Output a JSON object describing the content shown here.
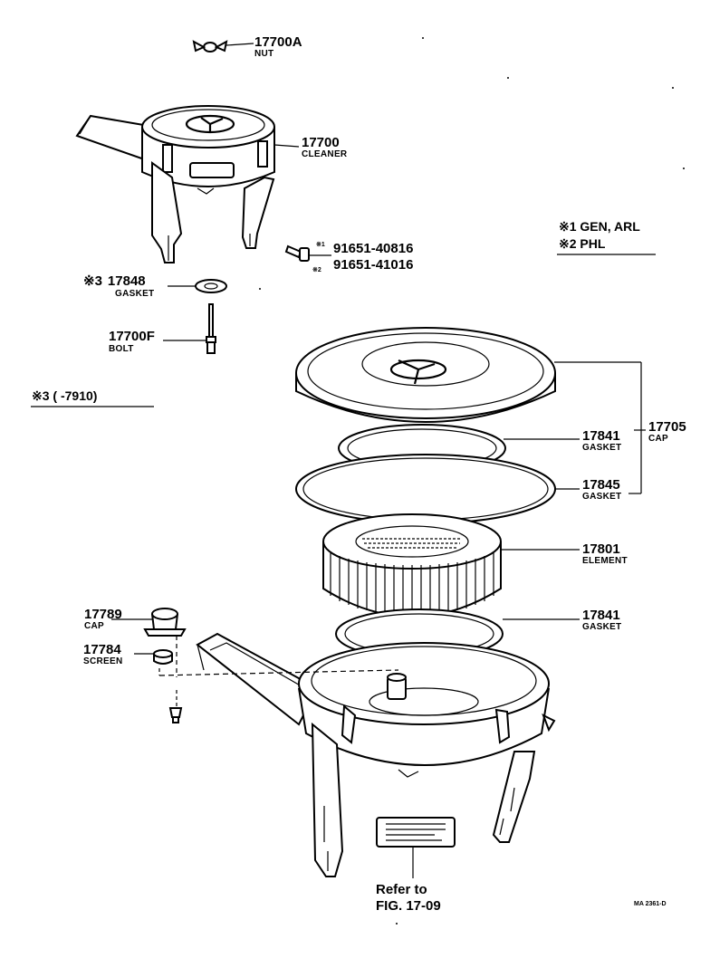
{
  "parts": {
    "nut": {
      "number": "17700A",
      "name": "NUT"
    },
    "cleaner": {
      "number": "17700",
      "name": "CLEANER"
    },
    "screw_1": {
      "marker": "※1",
      "number": "91651-40816"
    },
    "screw_2": {
      "marker": "※2",
      "number": "91651-41016"
    },
    "gasket_3": {
      "marker": "※3",
      "number": "17848",
      "name": "GASKET"
    },
    "bolt": {
      "number": "17700F",
      "name": "BOLT"
    },
    "cap_assy": {
      "number": "17705",
      "name": "CAP"
    },
    "cap_gasket": {
      "number": "17841",
      "name": "GASKET"
    },
    "cap_gasket2": {
      "number": "17845",
      "name": "GASKET"
    },
    "element": {
      "number": "17801",
      "name": "ELEMENT"
    },
    "lower_gasket": {
      "number": "17841",
      "name": "GASKET"
    },
    "small_cap": {
      "number": "17789",
      "name": "CAP"
    },
    "screen": {
      "number": "17784",
      "name": "SCREEN"
    }
  },
  "notes": {
    "note_1": "※1 GEN, ARL",
    "note_2": "※2 PHL",
    "note_3": "※3 (        -7910)"
  },
  "reference": {
    "line1": "Refer to",
    "line2": "FIG. 17-09"
  },
  "figure_code": "MA 2361-D"
}
